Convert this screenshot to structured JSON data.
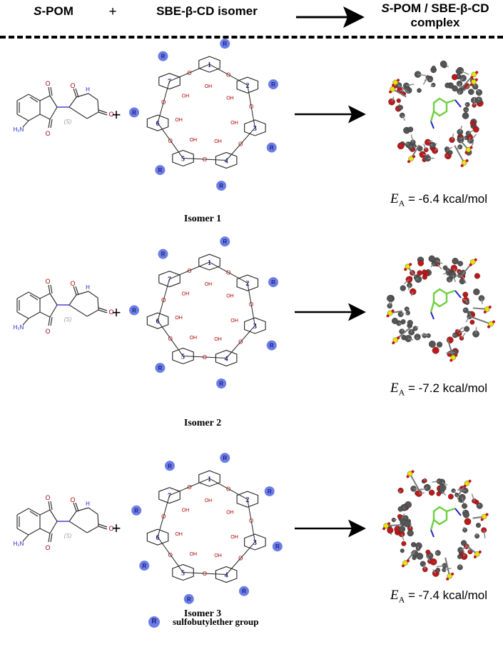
{
  "header": {
    "col1_italic": "S",
    "col1_rest": "-POM",
    "plus": "+",
    "col2": "SBE-β-CD isomer",
    "col3_italic": "S",
    "col3_line1_rest": "-POM / SBE-β-CD",
    "col3_line2": "complex"
  },
  "molecule": {
    "nh2": "H₂N",
    "stereo": "(S)",
    "o": "O",
    "nh": "H"
  },
  "rows": [
    {
      "isomer": "Isomer 1",
      "plus": "+",
      "energy_symbol": "E",
      "energy_sub": "A",
      "energy_value": " = -6.4 kcal/mol"
    },
    {
      "isomer": "Isomer 2",
      "plus": "+",
      "energy_symbol": "E",
      "energy_sub": "A",
      "energy_value": " = -7.2 kcal/mol"
    },
    {
      "isomer": "Isomer 3",
      "plus": "+",
      "energy_symbol": "E",
      "energy_sub": "A",
      "energy_value": " = -7.4 kcal/mol"
    }
  ],
  "cd_ring_units": [
    "1",
    "2",
    "3",
    "4",
    "5",
    "6",
    "7"
  ],
  "r_label": "R",
  "legend": {
    "symbol": "R",
    "text": "sulfobutylether group"
  },
  "colors": {
    "r_group": "#6d7de6",
    "oxygen": "#b00000",
    "sulfur": "#e6e600",
    "ligand": "#6fcf3f",
    "nitrogen": "#2222cc"
  }
}
